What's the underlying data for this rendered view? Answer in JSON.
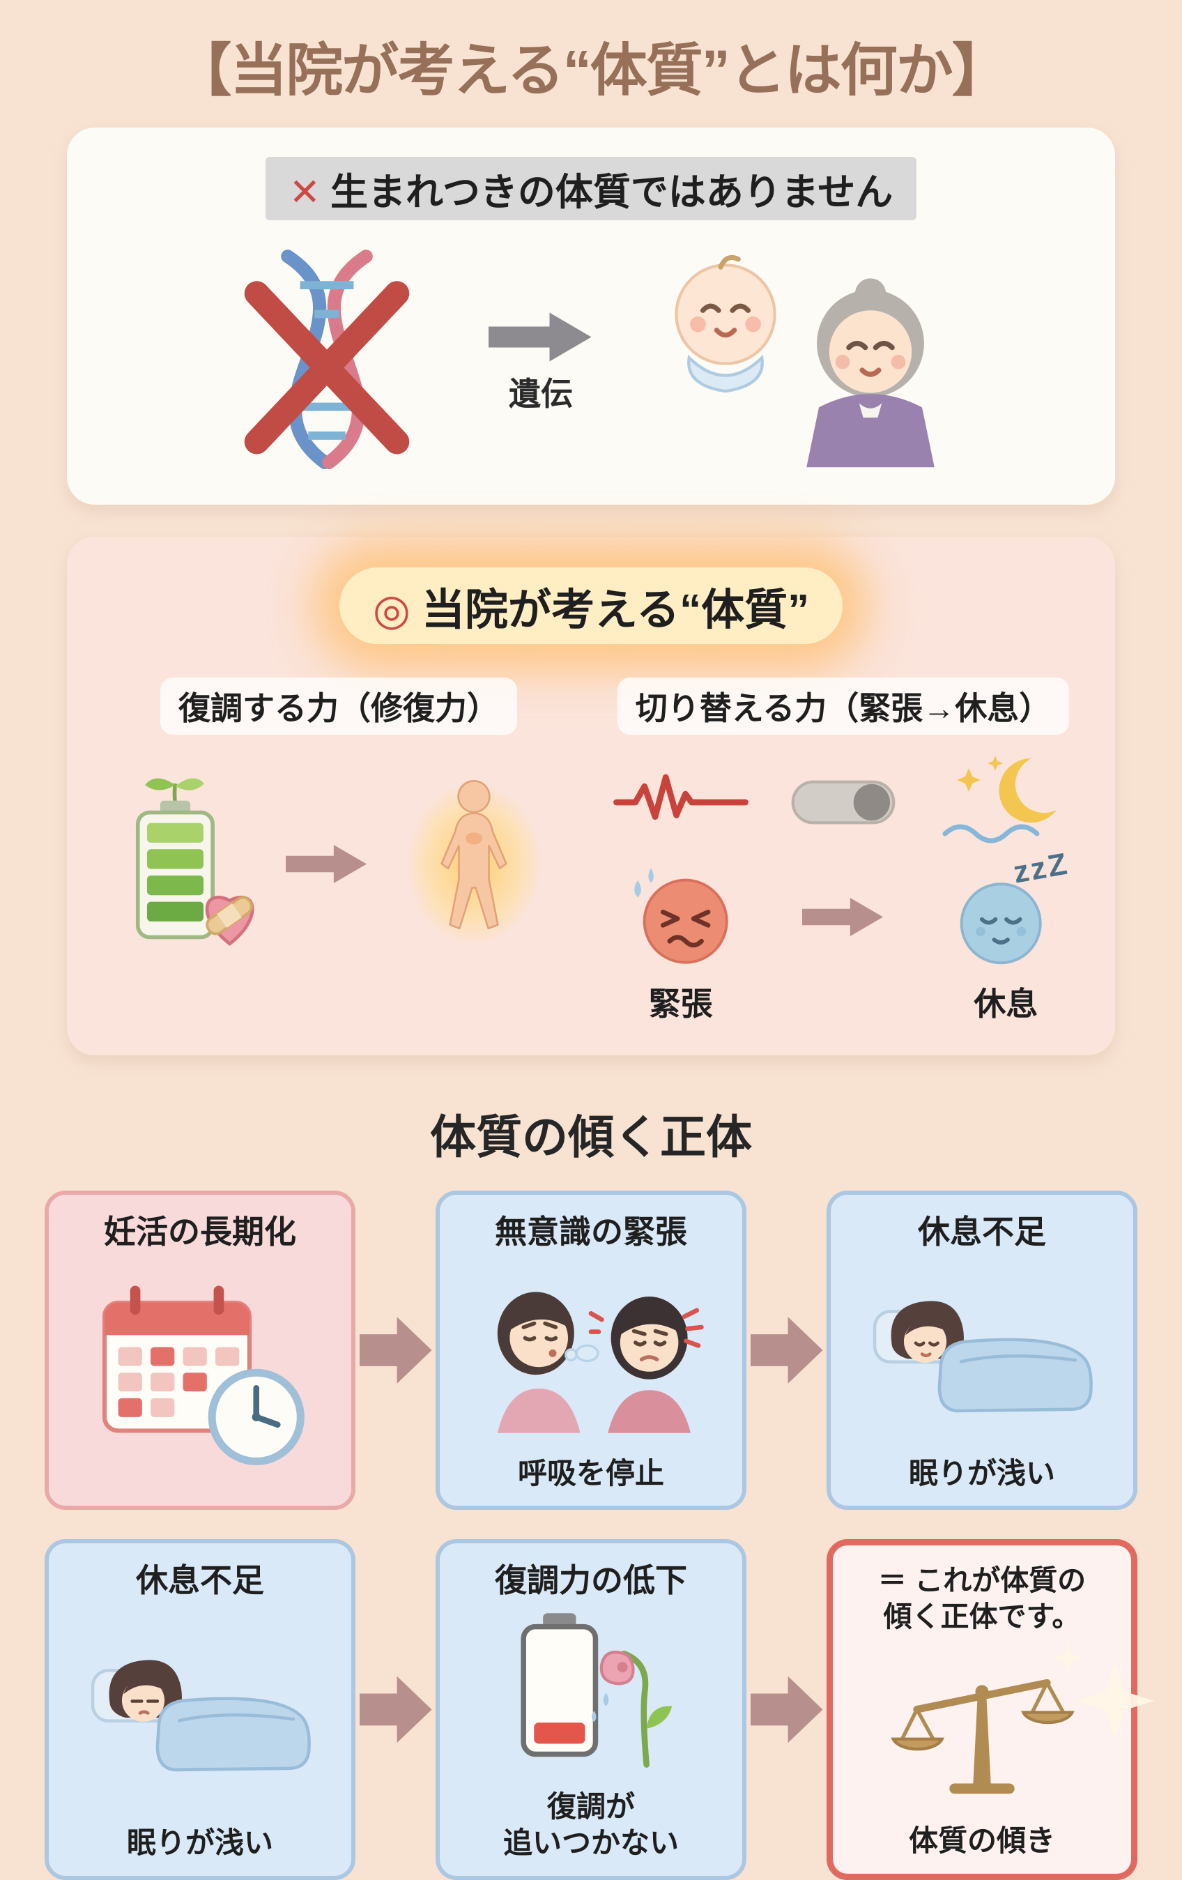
{
  "colors": {
    "background": "#f8e3d3",
    "title": "#97705a",
    "accent_red": "#cc4944",
    "arrow_gray": "#8d8a90",
    "arrow_mauve": "#b78f8d",
    "pink_card_bg": "#f9dada",
    "pink_card_border": "#eaa9a9",
    "blue_card_bg": "#d9e9f7",
    "blue_card_border": "#abc7e2",
    "result_card_border": "#e06a60"
  },
  "title": "【当院が考える“体質”とは何か】",
  "section_negative": {
    "mark": "✕",
    "heading": "生まれつきの体質ではありません",
    "arrow_label": "遺伝"
  },
  "section_positive": {
    "mark": "◎",
    "heading": "当院が考える“体質”",
    "left_label": "復調する力（修復力）",
    "right_label": "切り替える力（緊張→休息）",
    "tension_label": "緊張",
    "rest_label": "休息",
    "zzz": "zzZ"
  },
  "flow": {
    "heading": "体質の傾く正体",
    "row1": [
      {
        "title": "妊活の長期化",
        "caption": ""
      },
      {
        "title": "無意識の緊張",
        "caption": "呼吸を停止"
      },
      {
        "title": "休息不足",
        "caption": "眠りが浅い"
      }
    ],
    "row2": [
      {
        "title": "休息不足",
        "caption": "眠りが浅い"
      },
      {
        "title": "復調力の低下",
        "caption": "復調が\n追いつかない"
      },
      {
        "title": "＝ これが体質の\n傾く正体です。",
        "caption": "体質の傾き"
      }
    ]
  }
}
